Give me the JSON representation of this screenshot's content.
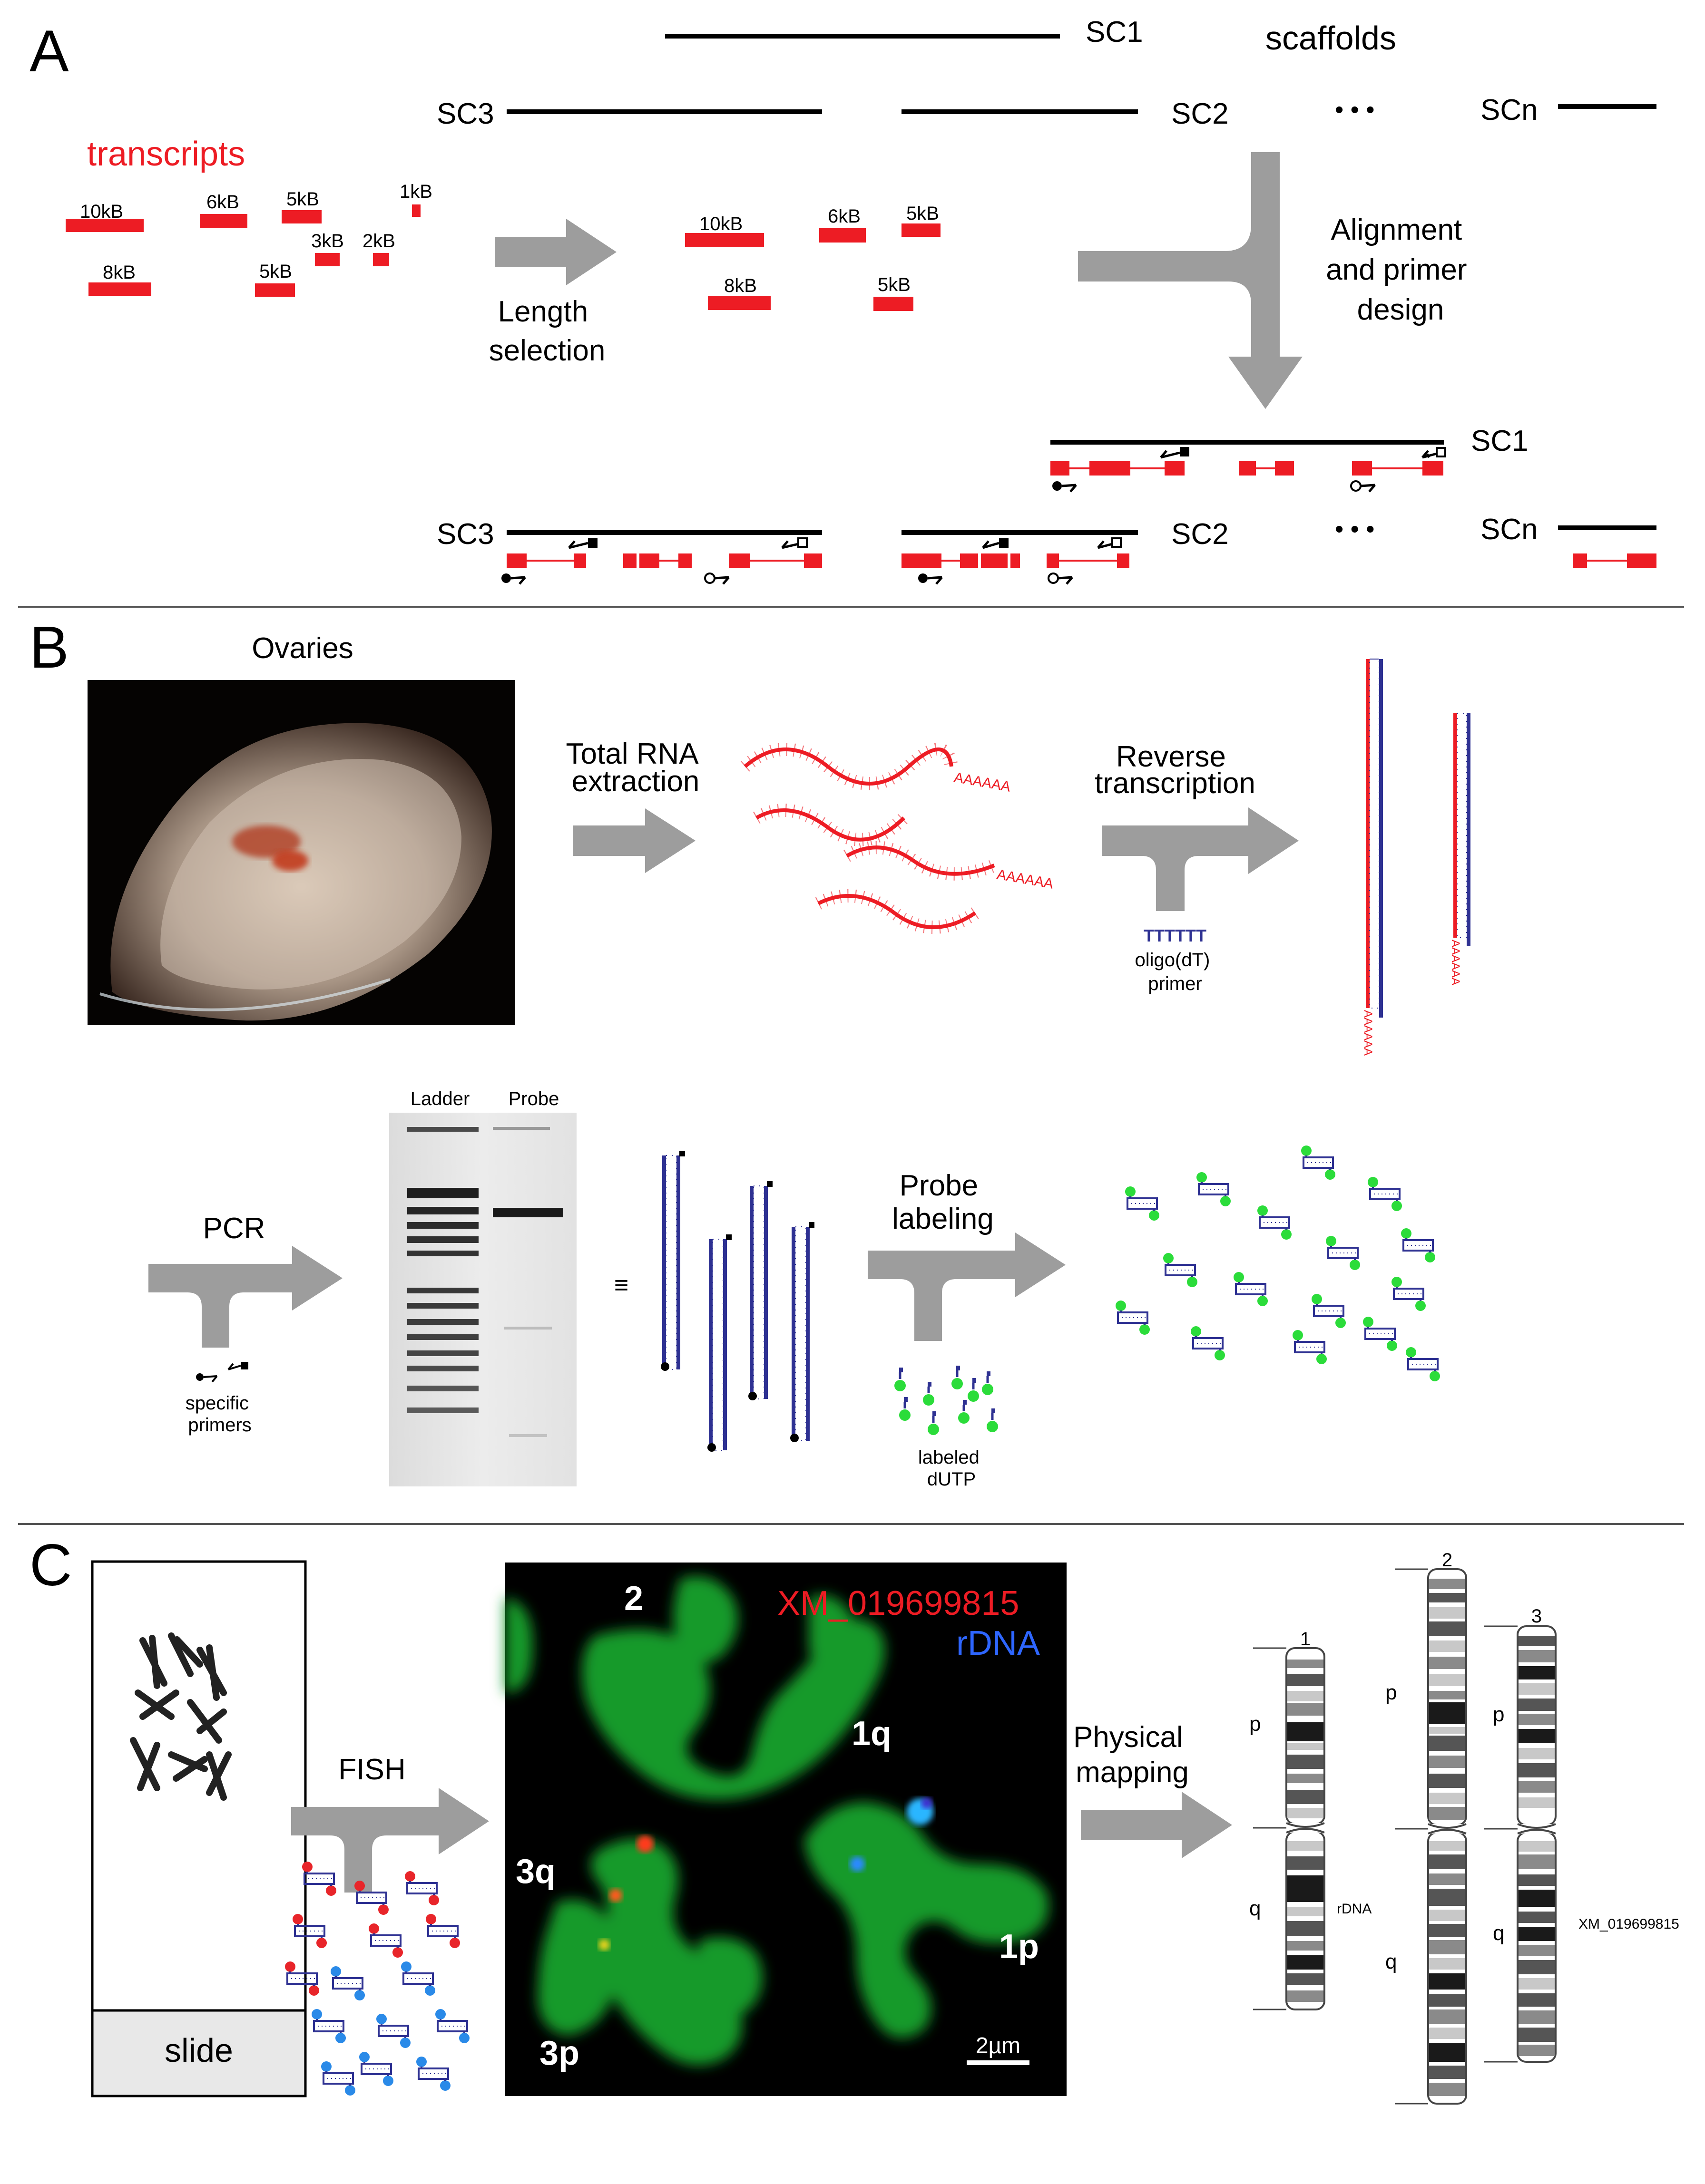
{
  "colors": {
    "red": "#ed1c24",
    "grey": "#9d9d9d",
    "blue": "#2e3192",
    "green": "#1fa12f",
    "black": "#000000"
  },
  "panelA": {
    "letter": "A",
    "scaffolds_label": "scaffolds",
    "sc1": "SC1",
    "sc2": "SC2",
    "sc3": "SC3",
    "scn": "SCn",
    "dots": "• • •",
    "transcripts_label": "transcripts",
    "sizes": {
      "s10": "10kB",
      "s6": "6kB",
      "s5": "5kB",
      "s1": "1kB",
      "s3": "3kB",
      "s2": "2kB",
      "s8": "8kB"
    },
    "length_selection": [
      "Length",
      "selection"
    ],
    "alignment": [
      "Alignment",
      "and primer",
      "design"
    ]
  },
  "panelB": {
    "letter": "B",
    "ovaries": "Ovaries",
    "total_rna": [
      "Total RNA",
      "extraction"
    ],
    "polyA": "AAAAAA",
    "reverse": [
      "Reverse",
      "transcription"
    ],
    "oligo_seq": "TTTTTT",
    "oligo_label": [
      "oligo(dT)",
      "primer"
    ],
    "ladder": "Ladder",
    "probe": "Probe",
    "pcr": "PCR",
    "specific_primers": [
      "specific",
      "primers"
    ],
    "equiv": "≡",
    "probe_labeling": [
      "Probe",
      "labeling"
    ],
    "labeled_dutp": [
      "labeled",
      "dUTP"
    ]
  },
  "panelC": {
    "letter": "C",
    "slide": "slide",
    "fish": "FISH",
    "xm_label": "XM_019699815",
    "rdna_label": "rDNA",
    "chrom_labels": {
      "c2": "2",
      "c1q": "1q",
      "c3q": "3q",
      "c1p": "1p",
      "c3p": "3p"
    },
    "scale": "2µm",
    "physical_mapping": [
      "Physical",
      "mapping"
    ],
    "ideograms": {
      "chr1": {
        "number": "1",
        "p": "p",
        "q": "q",
        "marker": "rDNA"
      },
      "chr2": {
        "number": "2",
        "p": "p",
        "q": "q"
      },
      "chr3": {
        "number": "3",
        "p": "p",
        "q": "q",
        "marker": "XM_019699815"
      }
    }
  }
}
